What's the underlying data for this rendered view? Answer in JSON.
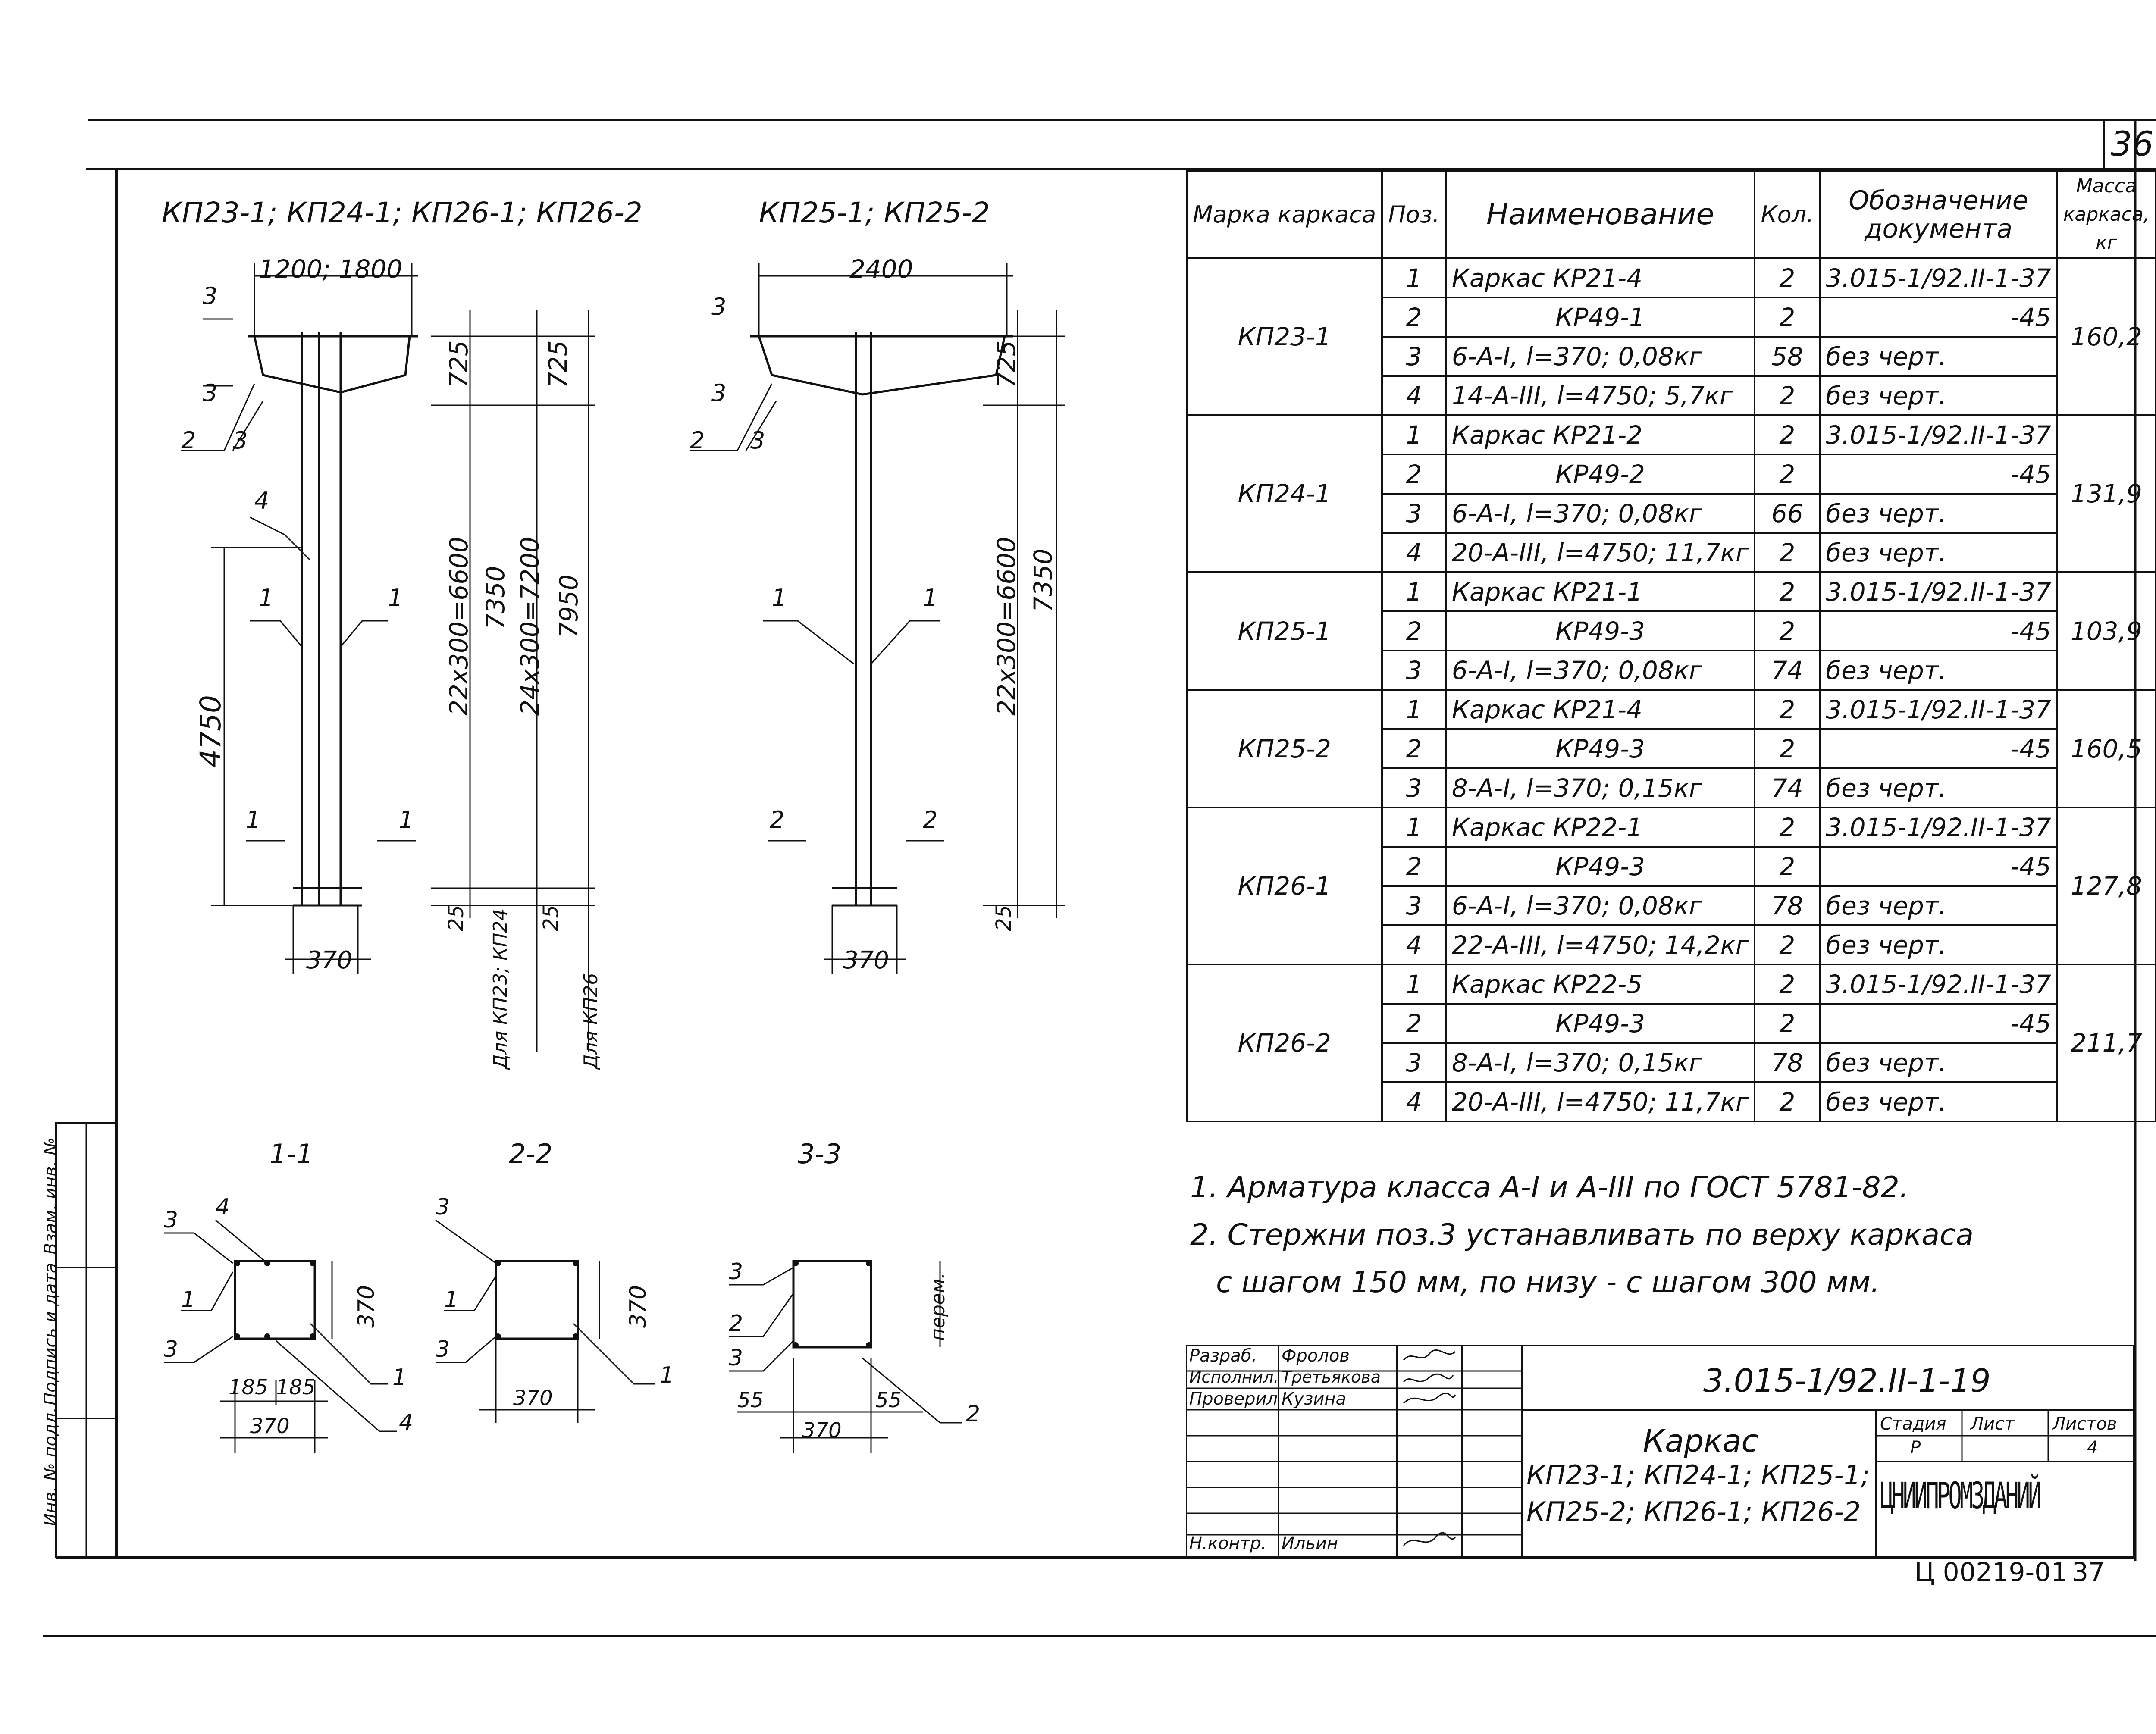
{
  "sheet_number": "36",
  "drawing_titles": {
    "left": "КП23-1; КП24-1; КП26-1; КП26-2",
    "right": "КП25-1; КП25-2"
  },
  "dimensions": {
    "left_top_width": "1200; 1800",
    "right_top_width": "2400",
    "left_top_height": "725",
    "left_top_height_b": "725",
    "right_top_height": "725",
    "left_span_a": "22x300=6600",
    "left_span_b": "7350",
    "left_span_c": "24x300=7200",
    "left_span_d": "7950",
    "right_span_a": "22x300=6600",
    "right_span_b": "7350",
    "left_height": "4750",
    "bottom_a": "25",
    "bottom_b": "25",
    "bottom_right": "25",
    "base_width": "370",
    "base_width_right": "370",
    "note_a": "Для КП23; КП24",
    "note_b": "Для КП26"
  },
  "callouts": {
    "c3": "3",
    "c2": "2",
    "c3b": "3",
    "c4": "4",
    "c1a": "1",
    "c1b": "1",
    "sec1a": "1",
    "sec1b": "1",
    "r3": "3",
    "r2": "2",
    "r3b": "3",
    "r1a": "1",
    "r1b": "1",
    "sec2a": "2",
    "sec2b": "2"
  },
  "sections": {
    "s1": {
      "title": "1-1",
      "w": "370",
      "h": "370",
      "half_a": "185",
      "half_b": "185",
      "l3": "3",
      "l4": "4",
      "l1": "1",
      "l3b": "3",
      "l1b": "1",
      "l4b": "4"
    },
    "s2": {
      "title": "2-2",
      "w": "370",
      "h": "370",
      "l3": "3",
      "l1": "1",
      "l3b": "3",
      "l1b": "1"
    },
    "s3": {
      "title": "3-3",
      "w": "370",
      "h": "перем.",
      "left": "55",
      "right": "55",
      "l3": "3",
      "l2": "2",
      "l3b": "3",
      "l2b": "2"
    }
  },
  "table": {
    "headers": {
      "mark": "Марка каркаса",
      "pos": "Поз.",
      "name": "Наименование",
      "qty": "Кол.",
      "doc": "Обозначение документа",
      "mass": "Масса каркаса, кг"
    },
    "groups": [
      {
        "mark": "КП23-1",
        "mass": "160,2",
        "rows": [
          {
            "pos": "1",
            "name": "Каркас КР21-4",
            "qty": "2",
            "doc": "3.015-1/92.II-1-37"
          },
          {
            "pos": "2",
            "name": "КР49-1",
            "qty": "2",
            "doc": "-45"
          },
          {
            "pos": "3",
            "name": "6-А-I, l=370; 0,08кг",
            "qty": "58",
            "doc": "без черт."
          },
          {
            "pos": "4",
            "name": "14-А-III, l=4750; 5,7кг",
            "qty": "2",
            "doc": "без черт."
          }
        ]
      },
      {
        "mark": "КП24-1",
        "mass": "131,9",
        "rows": [
          {
            "pos": "1",
            "name": "Каркас КР21-2",
            "qty": "2",
            "doc": "3.015-1/92.II-1-37"
          },
          {
            "pos": "2",
            "name": "КР49-2",
            "qty": "2",
            "doc": "-45"
          },
          {
            "pos": "3",
            "name": "6-А-I, l=370; 0,08кг",
            "qty": "66",
            "doc": "без черт."
          },
          {
            "pos": "4",
            "name": "20-А-III, l=4750; 11,7кг",
            "qty": "2",
            "doc": "без черт."
          }
        ]
      },
      {
        "mark": "КП25-1",
        "mass": "103,9",
        "rows": [
          {
            "pos": "1",
            "name": "Каркас КР21-1",
            "qty": "2",
            "doc": "3.015-1/92.II-1-37"
          },
          {
            "pos": "2",
            "name": "КР49-3",
            "qty": "2",
            "doc": "-45"
          },
          {
            "pos": "3",
            "name": "6-А-I, l=370; 0,08кг",
            "qty": "74",
            "doc": "без черт."
          }
        ]
      },
      {
        "mark": "КП25-2",
        "mass": "160,5",
        "rows": [
          {
            "pos": "1",
            "name": "Каркас КР21-4",
            "qty": "2",
            "doc": "3.015-1/92.II-1-37"
          },
          {
            "pos": "2",
            "name": "КР49-3",
            "qty": "2",
            "doc": "-45"
          },
          {
            "pos": "3",
            "name": "8-А-I, l=370; 0,15кг",
            "qty": "74",
            "doc": "без черт."
          }
        ]
      },
      {
        "mark": "КП26-1",
        "mass": "127,8",
        "rows": [
          {
            "pos": "1",
            "name": "Каркас КР22-1",
            "qty": "2",
            "doc": "3.015-1/92.II-1-37"
          },
          {
            "pos": "2",
            "name": "КР49-3",
            "qty": "2",
            "doc": "-45"
          },
          {
            "pos": "3",
            "name": "6-А-I, l=370; 0,08кг",
            "qty": "78",
            "doc": "без черт."
          },
          {
            "pos": "4",
            "name": "22-А-III, l=4750; 14,2кг",
            "qty": "2",
            "doc": "без черт."
          }
        ]
      },
      {
        "mark": "КП26-2",
        "mass": "211,7",
        "rows": [
          {
            "pos": "1",
            "name": "Каркас КР22-5",
            "qty": "2",
            "doc": "3.015-1/92.II-1-37"
          },
          {
            "pos": "2",
            "name": "КР49-3",
            "qty": "2",
            "doc": "-45"
          },
          {
            "pos": "3",
            "name": "8-А-I, l=370; 0,15кг",
            "qty": "78",
            "doc": "без черт."
          },
          {
            "pos": "4",
            "name": "20-А-III, l=4750; 11,7кг",
            "qty": "2",
            "doc": "без черт."
          }
        ]
      }
    ]
  },
  "notes": [
    "1. Арматура класса А-I и А-III по ГОСТ 5781-82.",
    "2. Стержни поз.3 устанавливать по верху каркаса",
    "с шагом 150 мм, по низу - с шагом 300 мм."
  ],
  "stamp": {
    "role1": "Разраб.",
    "name1": "Фролов",
    "role2": "Исполнил.",
    "name2": "Третьякова",
    "role3": "Проверил",
    "name3": "Кузина",
    "role4": "Н.контр.",
    "name4": "Ильин",
    "code": "3.015-1/92.II-1-19",
    "title1": "Каркас",
    "title2": "КП23-1; КП24-1; КП25-1;",
    "title3": "КП25-2; КП26-1; КП26-2",
    "stage_h": "Стадия",
    "sheet_h": "Лист",
    "sheets_h": "Листов",
    "stage_v": "Р",
    "sheets_v": "4",
    "org": "ЦНИИПРОМЗДАНИЙ"
  },
  "side_stamp": {
    "a": "Инв. № подл.",
    "b": "Подпись и дата",
    "c": "Взам. инв. №"
  },
  "footer": {
    "code": "Ц 00219-01",
    "page": "37"
  }
}
